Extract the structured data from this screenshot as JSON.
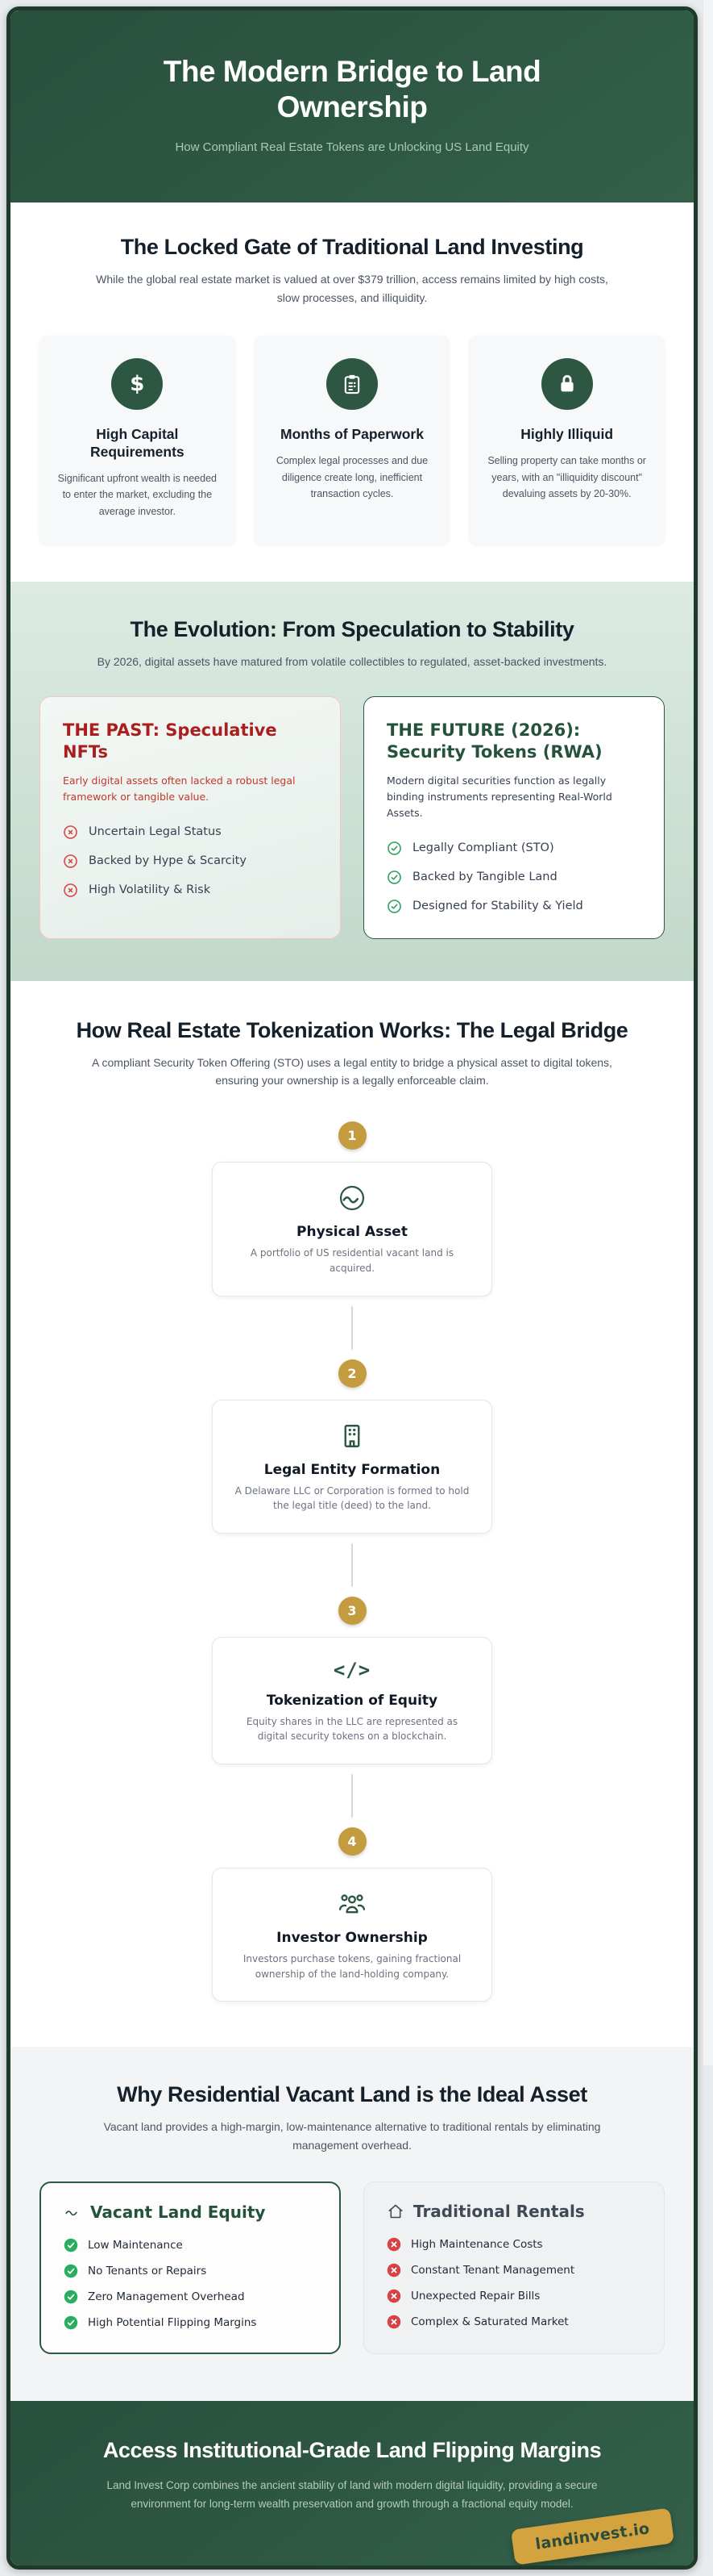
{
  "header": {
    "title": "The Modern Bridge to Land Ownership",
    "subtitle": "How Compliant Real Estate Tokens are Unlocking US Land Equity"
  },
  "problem_section": {
    "title": "The Locked Gate of Traditional Land Investing",
    "subtitle": "While the global real estate market is valued at over $379 trillion, access remains limited by high costs, slow processes, and illiquidity.",
    "cards": [
      {
        "icon": "money-icon",
        "title": "High Capital Requirements",
        "description": "Significant upfront wealth is needed to enter the market, excluding the average investor."
      },
      {
        "icon": "clipboard-icon",
        "title": "Months of Paperwork",
        "description": "Complex legal processes and due diligence create long, inefficient transaction cycles."
      },
      {
        "icon": "lock-icon",
        "title": "Highly Illiquid",
        "description": "Selling property can take months or years, with an \"illiquidity discount\" devaluing assets by 20-30%."
      }
    ]
  },
  "evolution_section": {
    "title": "The Evolution: From Speculation to Stability",
    "subtitle": "By 2026, digital assets have matured from volatile collectibles to regulated, asset-backed investments.",
    "past": {
      "title": "THE PAST: Speculative NFTs",
      "subtitle": "Early digital assets often lacked a robust legal framework or tangible value.",
      "items": [
        "Uncertain Legal Status",
        "Backed by Hype & Scarcity",
        "High Volatility & Risk"
      ]
    },
    "future": {
      "title": "THE FUTURE (2026): Security Tokens (RWA)",
      "subtitle": "Modern digital securities function as legally binding instruments representing Real-World Assets.",
      "items": [
        "Legally Compliant (STO)",
        "Backed by Tangible Land",
        "Designed for Stability & Yield"
      ]
    }
  },
  "process_section": {
    "title": "How Real Estate Tokenization Works: The Legal Bridge",
    "subtitle": "A compliant Security Token Offering (STO) uses a legal entity to bridge a physical asset to digital tokens, ensuring your ownership is a legally enforceable claim.",
    "steps": [
      {
        "number": "1",
        "icon": "land-icon",
        "title": "Physical Asset",
        "description": "A portfolio of US residential vacant land is acquired."
      },
      {
        "number": "2",
        "icon": "building-icon",
        "title": "Legal Entity Formation",
        "description": "A Delaware LLC or Corporation is formed to hold the legal title (deed) to the land."
      },
      {
        "number": "3",
        "icon": "code-icon",
        "title": "Tokenization of Equity",
        "description": "Equity shares in the LLC are represented as digital security tokens on a blockchain."
      },
      {
        "number": "4",
        "icon": "people-icon",
        "title": "Investor Ownership",
        "description": "Investors purchase tokens, gaining fractional ownership of the land-holding company."
      }
    ],
    "code_glyph": "</>"
  },
  "comparison_section": {
    "title": "Why Residential Vacant Land is the Ideal Asset",
    "subtitle": "Vacant land provides a high-margin, low-maintenance alternative to traditional rentals by eliminating management overhead.",
    "vacant": {
      "title": "Vacant Land Equity",
      "items": [
        "Low Maintenance",
        "No Tenants or Repairs",
        "Zero Management Overhead",
        "High Potential Flipping Margins"
      ]
    },
    "rentals": {
      "title": "Traditional Rentals",
      "items": [
        "High Maintenance Costs",
        "Constant Tenant Management",
        "Unexpected Repair Bills",
        "Complex & Saturated Market"
      ]
    }
  },
  "footer": {
    "title": "Access Institutional-Grade Land Flipping Margins",
    "description": "Land Invest Corp combines the ancient stability of land with modern digital liquidity, providing a secure environment for long-term wealth preservation and growth through a fractional equity model.",
    "badge": "landinvest.io"
  },
  "colors": {
    "brand_green": "#2d5743",
    "frame_green": "#1d3a2b",
    "gold": "#c49b3e",
    "badge_gold": "#d2a33e",
    "past_red": "#a91f1f",
    "list_red": "#d9404a",
    "success_green": "#27ae60",
    "evolution_bg_top": "#dcebe2",
    "evolution_bg_bottom": "#c2d8cb"
  }
}
